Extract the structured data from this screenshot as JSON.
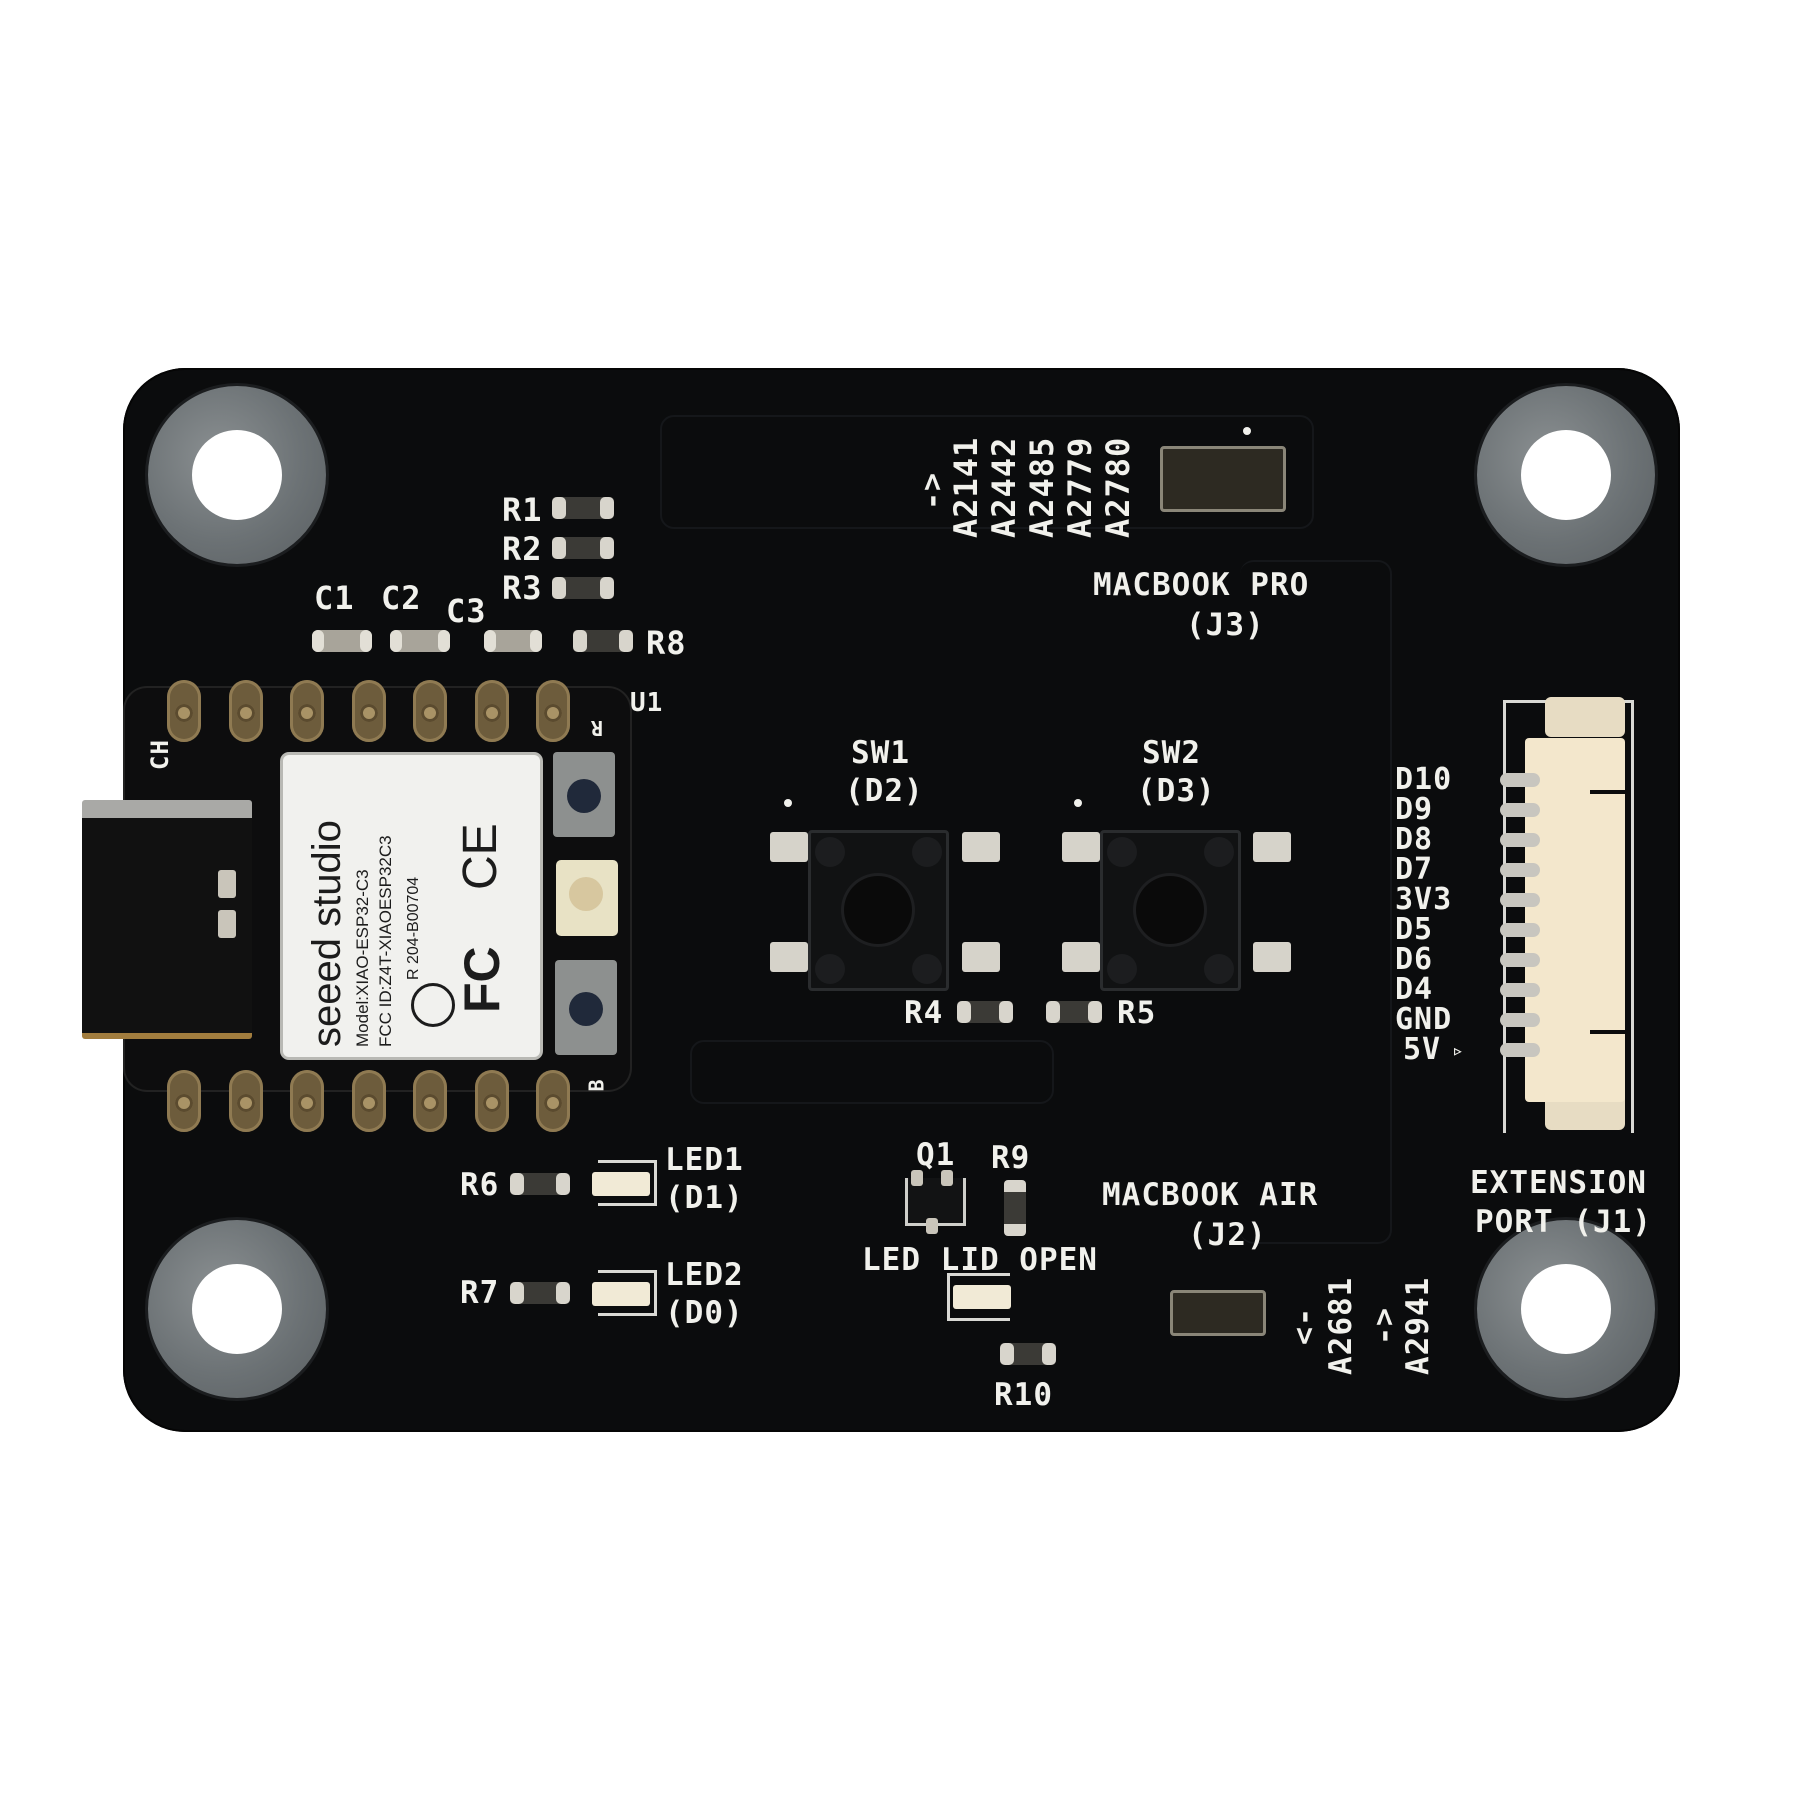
{
  "board": {
    "color": "#0b0c0d",
    "silkscreen_color": "#f1f1ec",
    "mounting_holes": 4
  },
  "module_u1": {
    "ref": "U1",
    "brand": "seeed studio",
    "model": "Model:XIAO-ESP32-C3",
    "fcc_id": "FCC ID:Z4T-XIAOESP32C3",
    "cert": "R 204-B00704",
    "ce_mark": "CE",
    "fcc_mark": "FC",
    "charge_label": "CH",
    "reset_label": "R",
    "boot_label": "B",
    "usb_connector": "USB-C"
  },
  "components": {
    "capacitors": [
      "C1",
      "C2",
      "C3"
    ],
    "resistors_top": [
      "R1",
      "R2",
      "R3"
    ],
    "r8": "R8",
    "r4": "R4",
    "r5": "R5",
    "r6": "R6",
    "r7": "R7",
    "r9": "R9",
    "r10": "R10",
    "q1": "Q1"
  },
  "switches": [
    {
      "ref": "SW1",
      "pin": "(D2)"
    },
    {
      "ref": "SW2",
      "pin": "(D3)"
    }
  ],
  "leds": [
    {
      "ref": "LED1",
      "pin": "(D1)"
    },
    {
      "ref": "LED2",
      "pin": "(D0)"
    }
  ],
  "lid_led": {
    "label": "LED LID OPEN"
  },
  "j3": {
    "title": "MACBOOK PRO",
    "ref": "(J3)",
    "arrow": "->",
    "models": [
      "A2141",
      "A2442",
      "A2485",
      "A2779",
      "A2780"
    ]
  },
  "j2": {
    "title": "MACBOOK AIR",
    "ref": "(J2)",
    "arrow_left": "<-",
    "arrow_right": "->",
    "model_left": "A2681",
    "model_right": "A2941"
  },
  "j1": {
    "title": "EXTENSION",
    "ref": "PORT (J1)",
    "pins": [
      "D10",
      "D9",
      "D8",
      "D7",
      "3V3",
      "D5",
      "D6",
      "D4",
      "GND",
      "5V"
    ],
    "pin1_marker": "▹"
  }
}
